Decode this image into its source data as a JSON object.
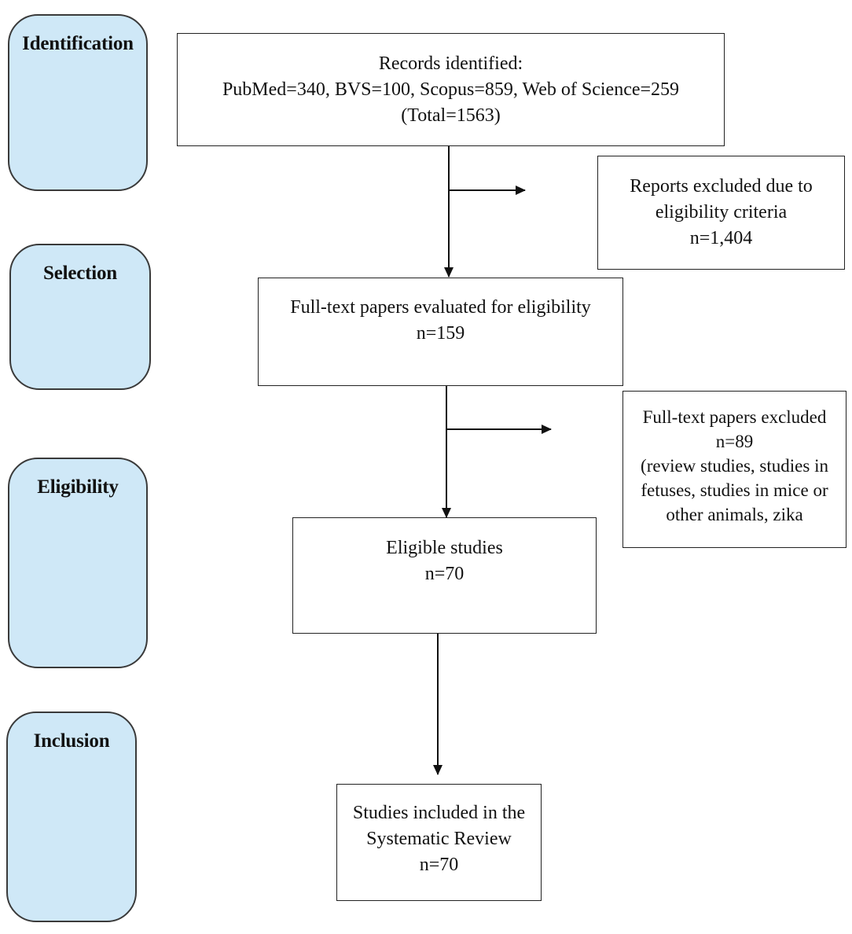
{
  "stages": [
    {
      "id": "identification",
      "label": "Identification"
    },
    {
      "id": "selection",
      "label": "Selection"
    },
    {
      "id": "eligibility",
      "label": "Eligibility"
    },
    {
      "id": "inclusion",
      "label": "Inclusion"
    }
  ],
  "boxes": {
    "records_identified": {
      "lines": [
        "Records identified:",
        "PubMed=340, BVS=100, Scopus=859, Web of Science=259",
        "(Total=1563)"
      ]
    },
    "reports_excluded": {
      "lines": [
        "Reports excluded due to",
        "eligibility criteria",
        "n=1,404"
      ]
    },
    "fulltext_evaluated": {
      "lines": [
        "Full-text papers evaluated for eligibility",
        "n=159"
      ]
    },
    "fulltext_excluded": {
      "lines": [
        "Full-text papers excluded",
        "n=89",
        "(review studies, studies in",
        "fetuses, studies in mice or",
        "other animals, zika"
      ]
    },
    "eligible_studies": {
      "lines": [
        "Eligible studies",
        "n=70"
      ]
    },
    "studies_included": {
      "lines": [
        "Studies included in the",
        "Systematic Review",
        "n=70"
      ]
    }
  }
}
